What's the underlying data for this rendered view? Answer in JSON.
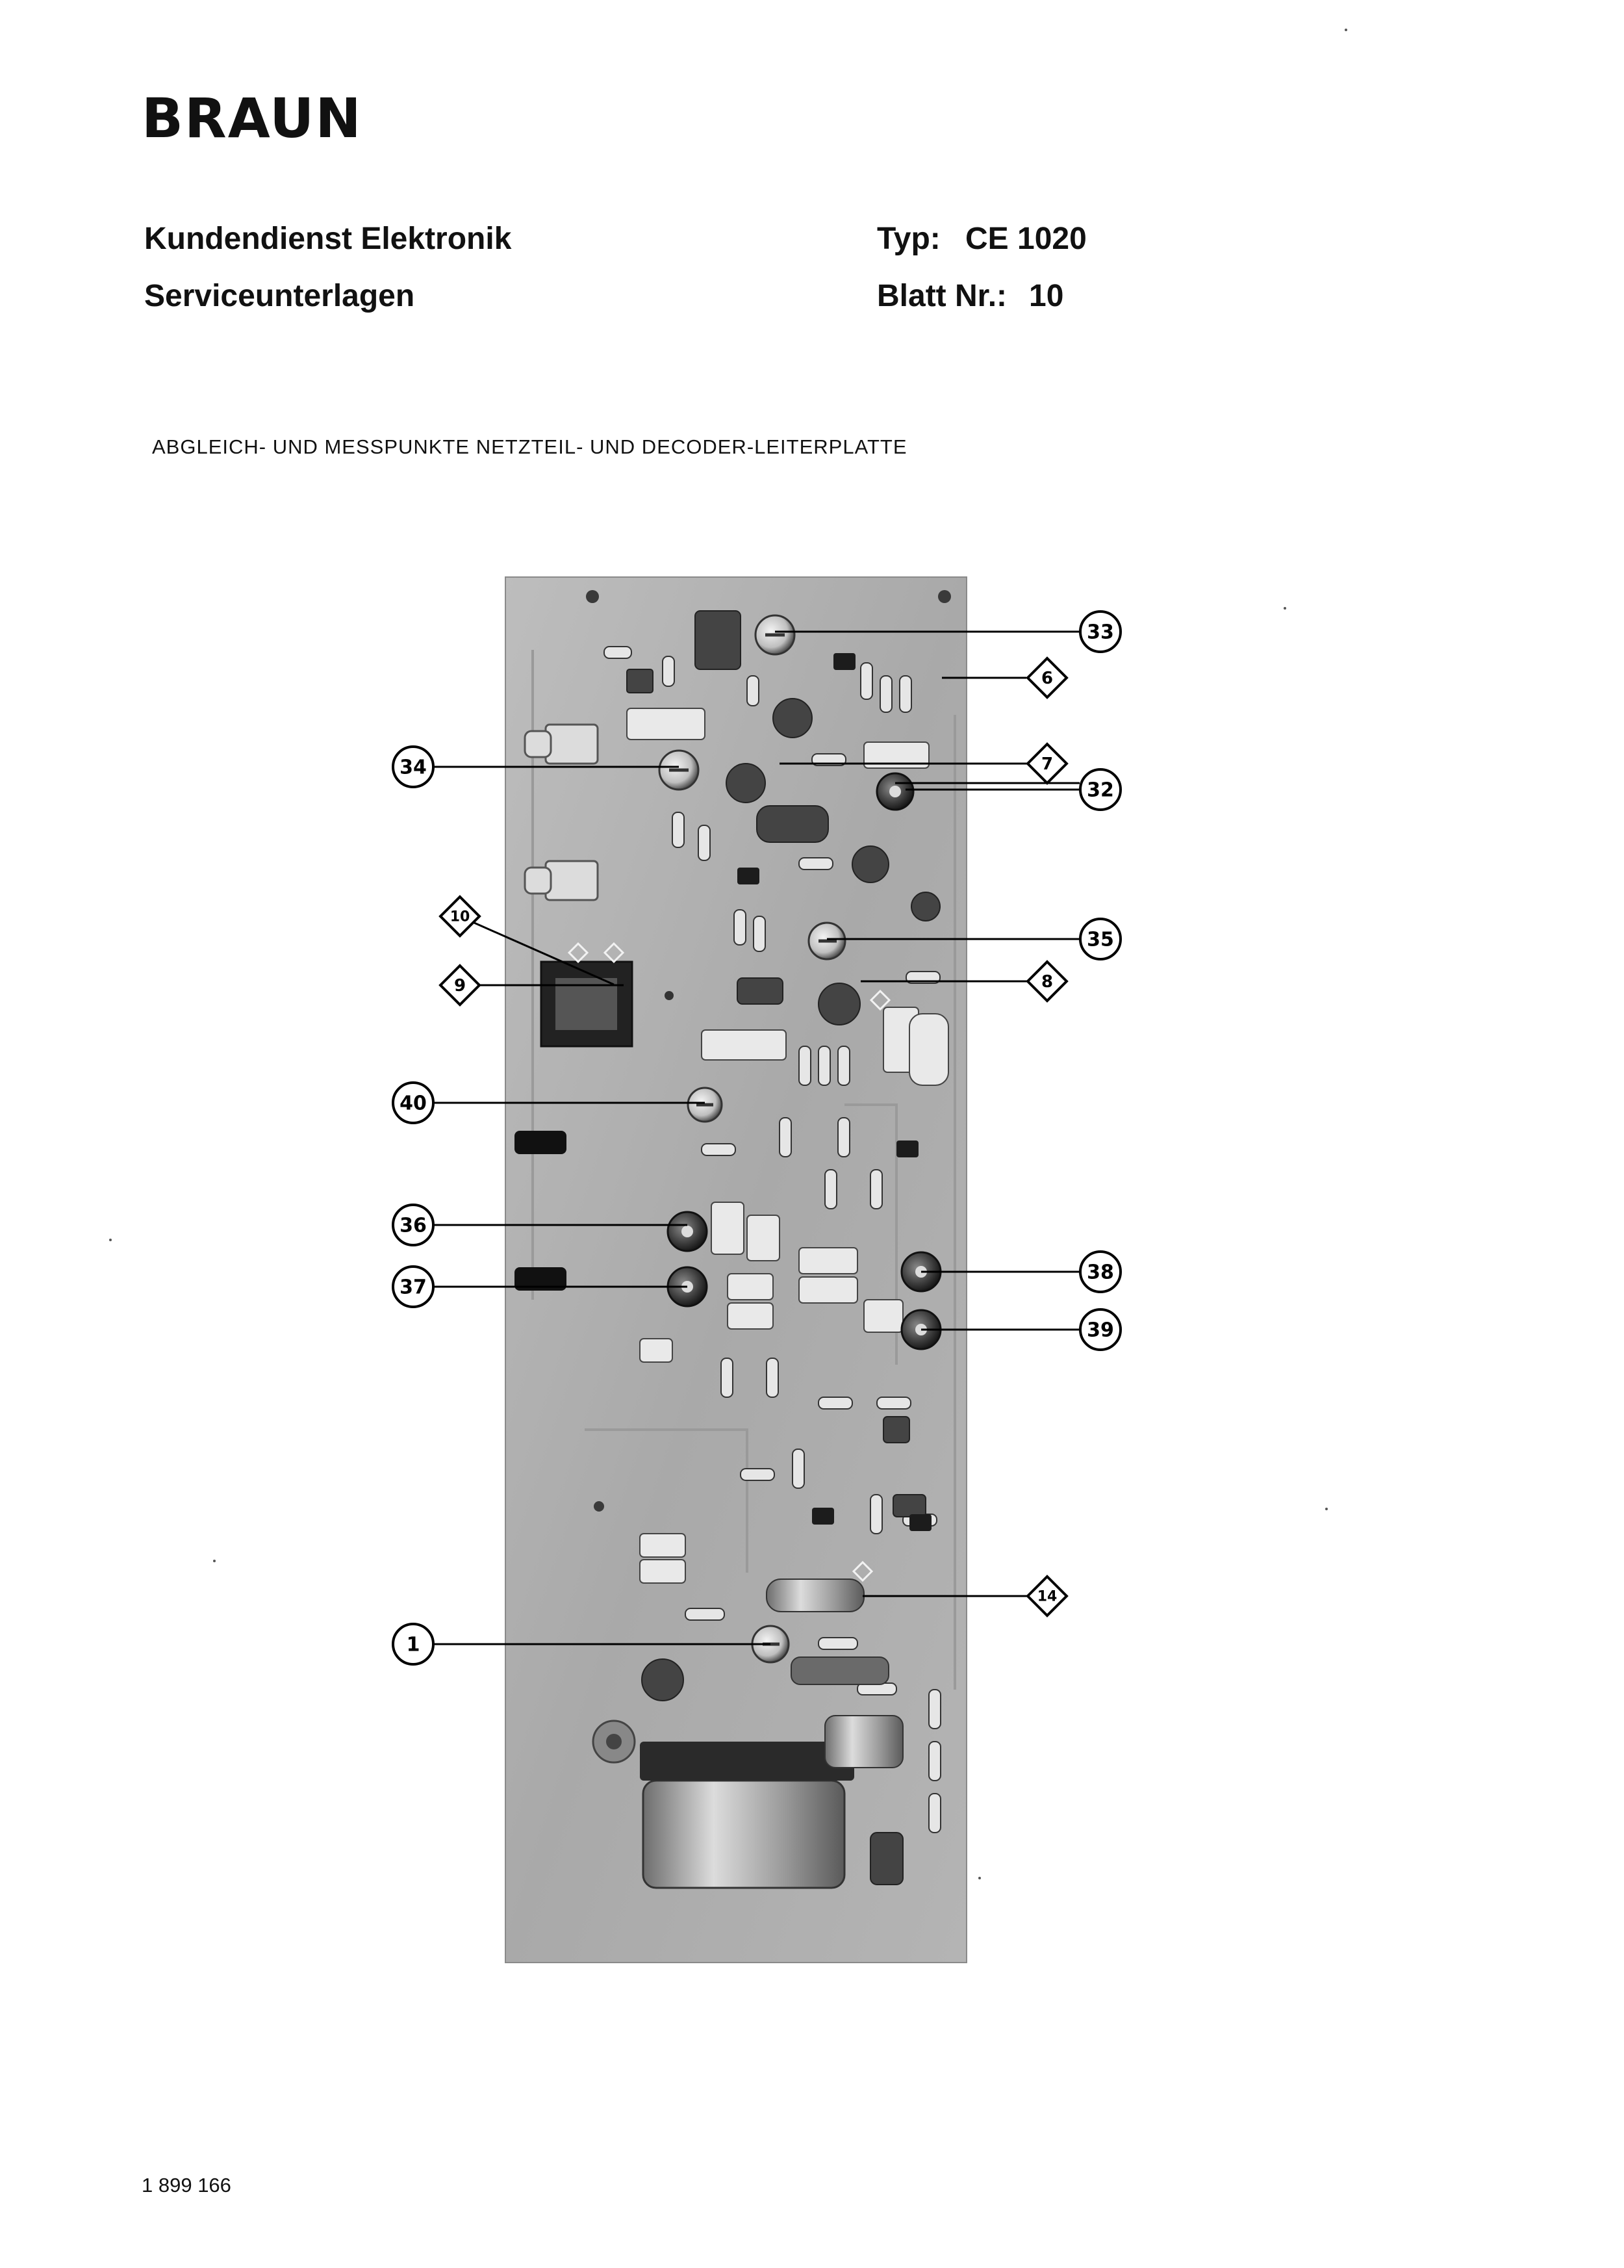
{
  "brand": {
    "logo_text": "BRAUN"
  },
  "header": {
    "department": "Kundendienst Elektronik",
    "doc_kind": "Serviceunterlagen",
    "type_label": "Typ:",
    "type_value": "CE 1020",
    "sheet_label": "Blatt Nr.:",
    "sheet_value": "10"
  },
  "caption": "ABGLEICH- UND MESSPUNKTE  NETZTEIL- UND DECODER-LEITERPLATTE",
  "callouts": [
    {
      "label": "33",
      "shape": "circle",
      "side": "right"
    },
    {
      "label": "6",
      "shape": "diamond",
      "side": "right"
    },
    {
      "label": "34",
      "shape": "circle",
      "side": "left"
    },
    {
      "label": "7",
      "shape": "diamond",
      "side": "right"
    },
    {
      "label": "32",
      "shape": "circle",
      "side": "right"
    },
    {
      "label": "10",
      "shape": "diamond",
      "side": "left"
    },
    {
      "label": "35",
      "shape": "circle",
      "side": "right"
    },
    {
      "label": "9",
      "shape": "diamond",
      "side": "left"
    },
    {
      "label": "8",
      "shape": "diamond",
      "side": "right"
    },
    {
      "label": "40",
      "shape": "circle",
      "side": "left"
    },
    {
      "label": "36",
      "shape": "circle",
      "side": "left"
    },
    {
      "label": "38",
      "shape": "circle",
      "side": "right"
    },
    {
      "label": "37",
      "shape": "circle",
      "side": "left"
    },
    {
      "label": "39",
      "shape": "circle",
      "side": "right"
    },
    {
      "label": "14",
      "shape": "diamond",
      "side": "right"
    },
    {
      "label": "1",
      "shape": "circle",
      "side": "left"
    }
  ],
  "footer": {
    "doc_number": "1 899 166"
  }
}
